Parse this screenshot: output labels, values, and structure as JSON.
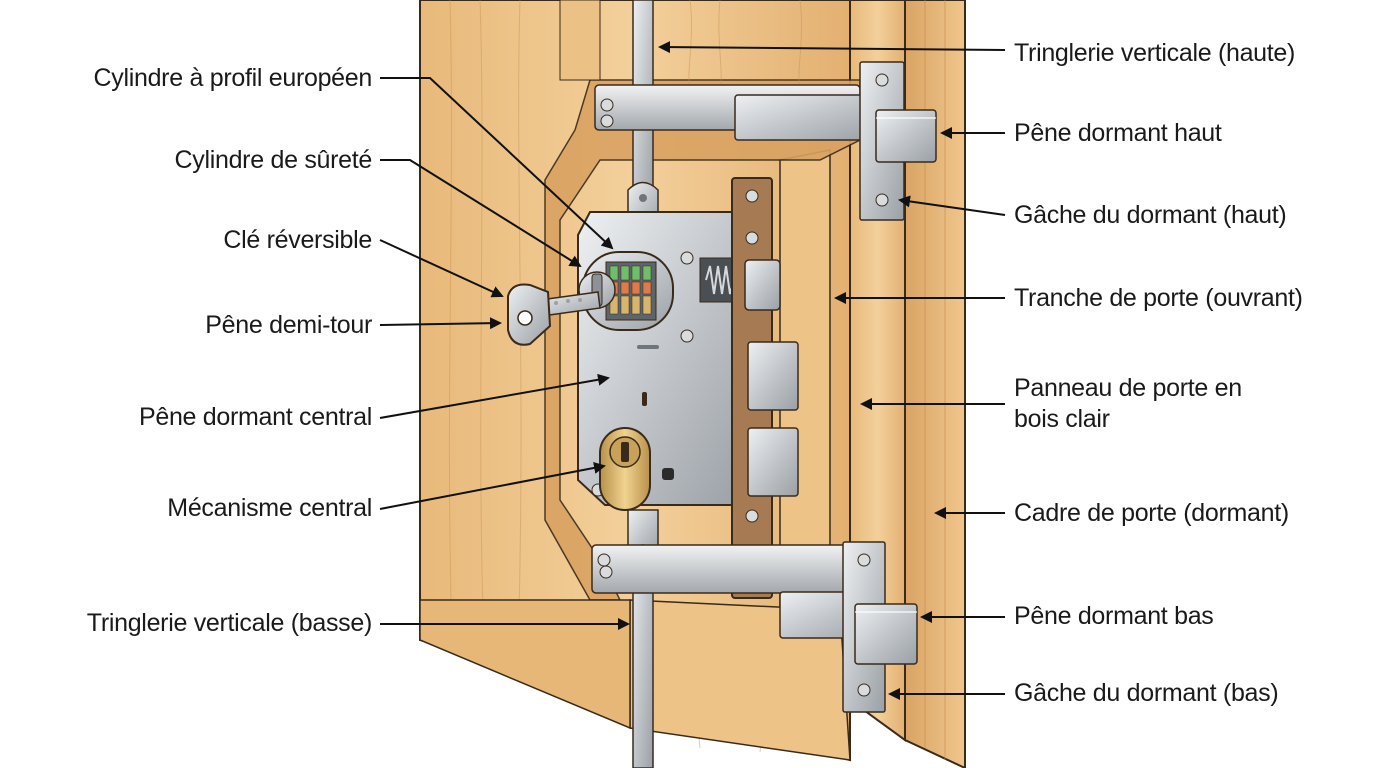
{
  "labels": {
    "cylindre_profil_europeen": "Cylindre à profil européen",
    "cylindre_surete": "Cylindre de sûreté",
    "cle_reversible": "Clé réversible",
    "pene_demi_tour": "Pêne demi-tour",
    "pene_dormant_central": "Pêne dormant central",
    "mecanisme_central": "Mécanisme central",
    "tringlerie_basse": "Tringlerie verticale (basse)",
    "tringlerie_haute": "Tringlerie verticale (haute)",
    "pene_dormant_haut": "Pêne dormant haut",
    "gache_haut": "Gâche du dormant (haut)",
    "tranche_porte": "Tranche de porte (ouvrant)",
    "panneau_porte_l1": "Panneau de porte en",
    "panneau_porte_l2": "bois clair",
    "cadre_porte": "Cadre de porte (dormant)",
    "pene_dormant_bas": "Pêne dormant bas",
    "gache_bas": "Gâche du dormant (bas)"
  },
  "colors": {
    "wood_light": "#f0c98e",
    "wood_mid": "#e0ae6c",
    "wood_dark": "#c98f4f",
    "steel_light": "#e4e6e8",
    "steel_mid": "#b9bdc1",
    "steel_dark": "#7f868c",
    "brass": "#d9b46a",
    "outline": "#3a2a1a",
    "leader": "#111111"
  }
}
